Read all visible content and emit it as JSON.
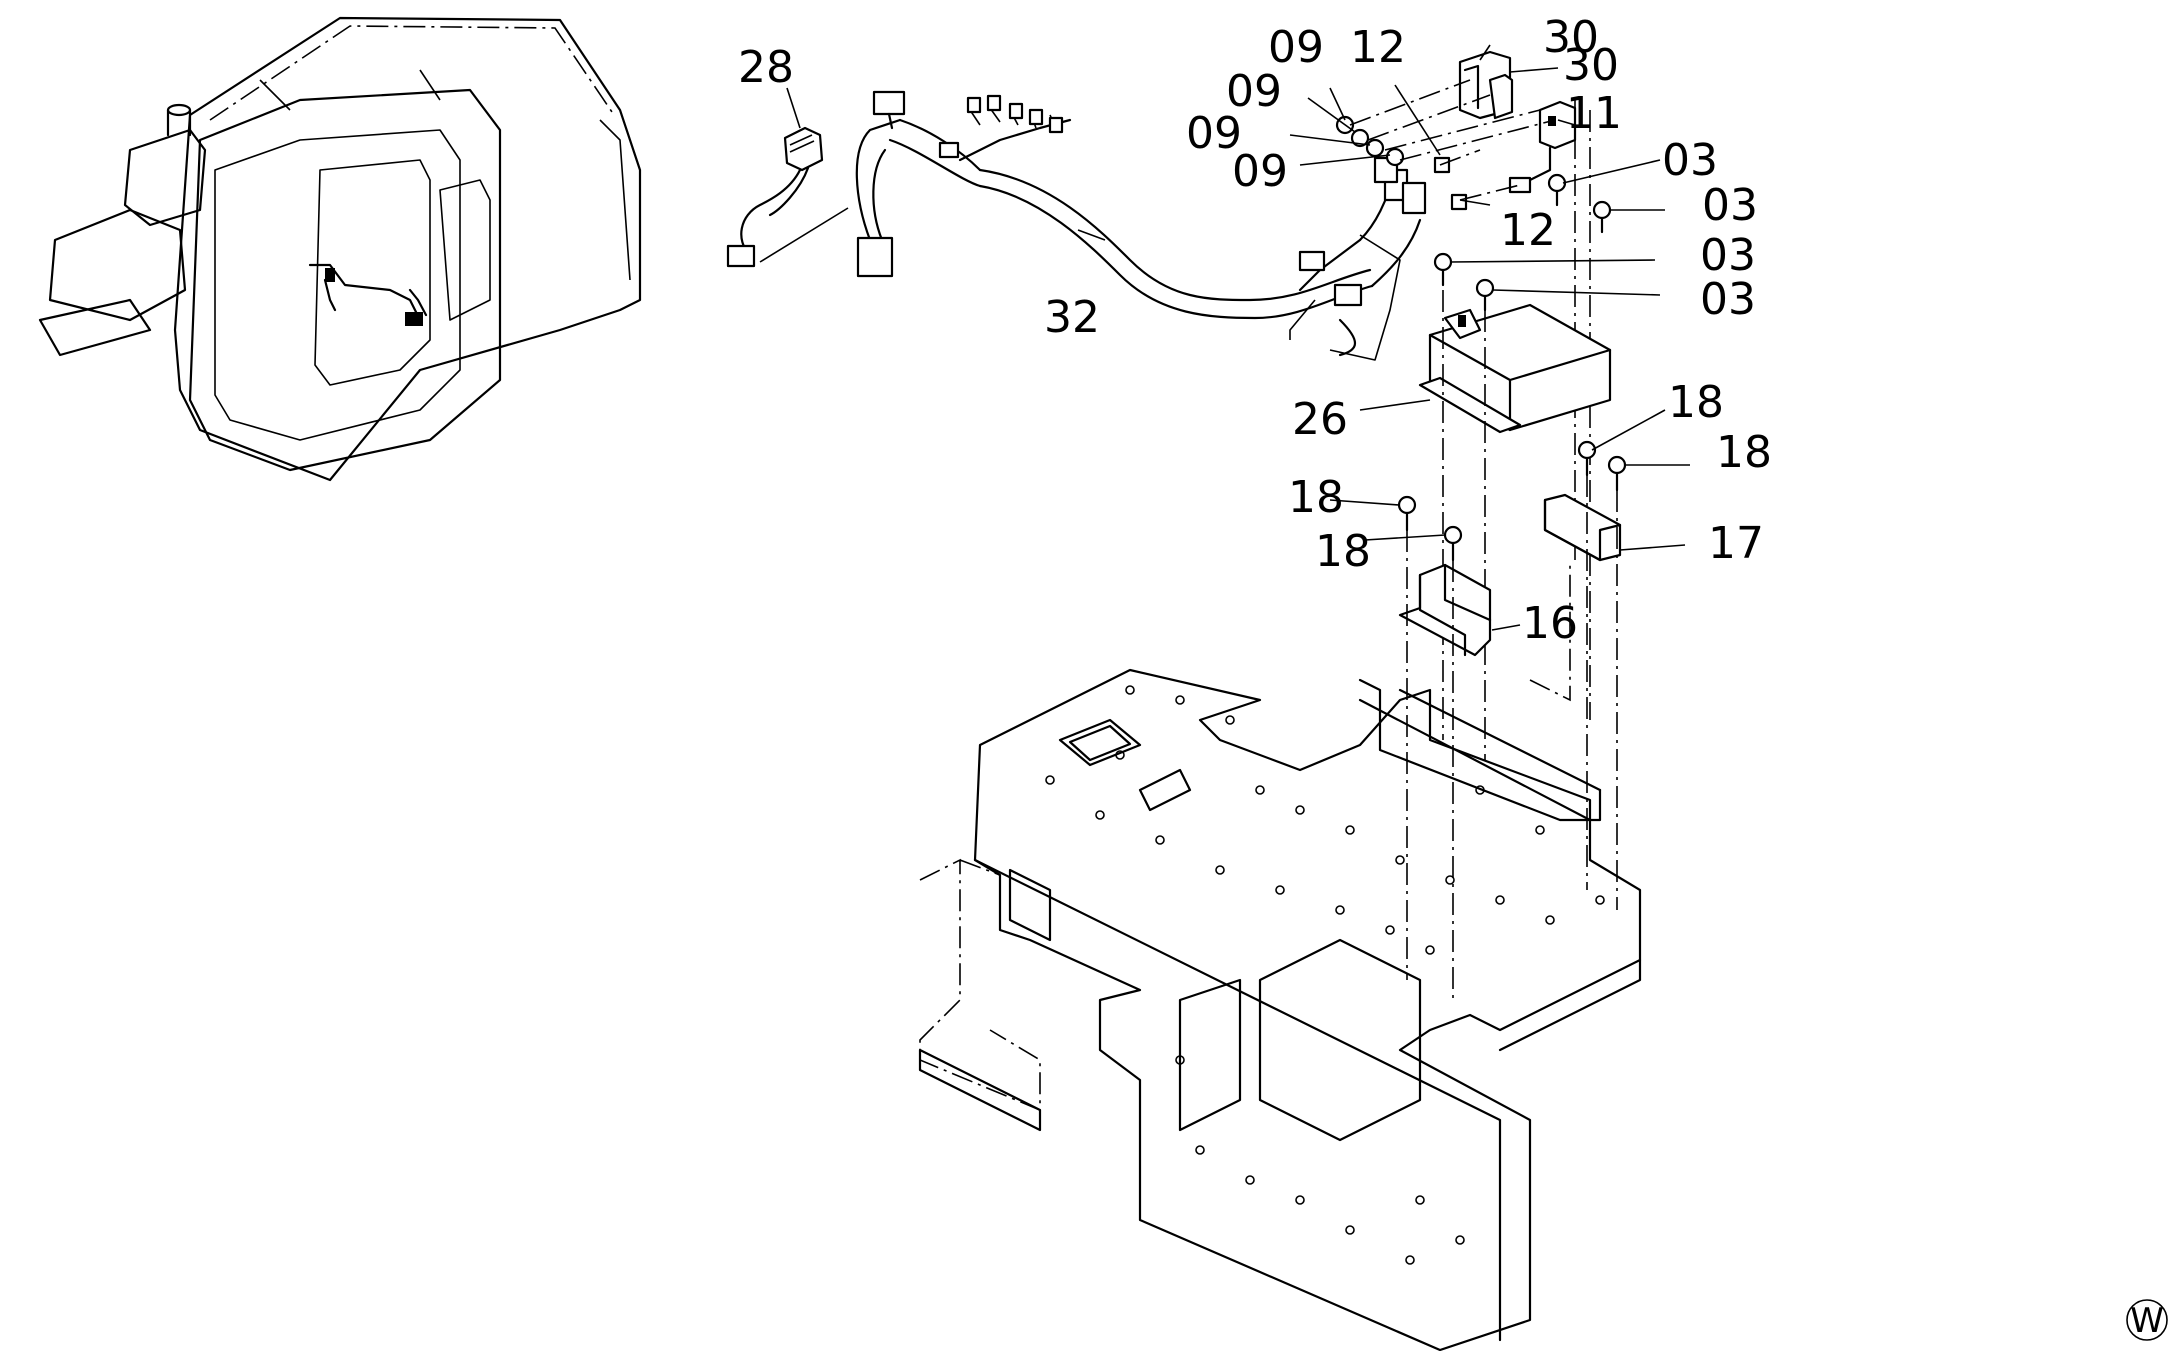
{
  "diagram": {
    "labels": {
      "l09a": "09",
      "l12a": "12",
      "l30a": "30",
      "l30b": "30",
      "l28": "28",
      "l09b": "09",
      "l11": "11",
      "l09c": "09",
      "l03a": "03",
      "l09d": "09",
      "l03b": "03",
      "l12b": "12",
      "l03c": "03",
      "l03d": "03",
      "l32": "32",
      "l26": "26",
      "l18a": "18",
      "l18b": "18",
      "l18c": "18",
      "l18d": "18",
      "l17": "17",
      "l16": "16"
    },
    "watermark": "W"
  }
}
